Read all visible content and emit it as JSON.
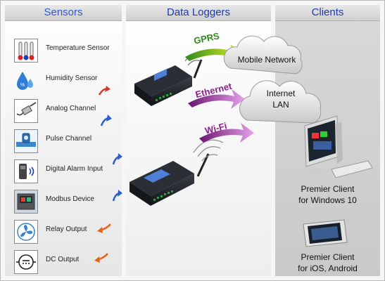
{
  "headers": {
    "sensors": "Sensors",
    "loggers": "Data Loggers",
    "clients": "Clients"
  },
  "sensors": [
    {
      "label": "Temperature Sensor",
      "icon": "thermometer-icon"
    },
    {
      "label": "Humidity Sensor",
      "icon": "humidity-drop-icon"
    },
    {
      "label": "Analog Channel",
      "icon": "analog-probe-icon"
    },
    {
      "label": "Pulse Channel",
      "icon": "flow-meter-icon"
    },
    {
      "label": "Digital Alarm Input",
      "icon": "alarm-switch-icon"
    },
    {
      "label": "Modbus Device",
      "icon": "modbus-meter-icon"
    },
    {
      "label": "Relay Output",
      "icon": "fan-icon"
    },
    {
      "label": "DC Output",
      "icon": "dc-output-icon"
    }
  ],
  "connections": {
    "gprs": "GPRS",
    "ethernet": "Ethernet",
    "wifi": "Wi-Fi"
  },
  "clouds": {
    "mobile": "Mobile Network",
    "internet_line1": "Internet",
    "internet_line2": "LAN"
  },
  "clients": {
    "windows_line1": "Premier Client",
    "windows_line2": "for Windows 10",
    "mobile_line1": "Premier Client",
    "mobile_line2": "for iOS, Android"
  },
  "colors": {
    "header_text": "#2f56c9",
    "gprs": "#2e8b18",
    "ethernet": "#8b1f8b",
    "wifi": "#8b1f8b",
    "input_arrow": "#2a5fc9",
    "output_arrow": "#e4661c"
  }
}
